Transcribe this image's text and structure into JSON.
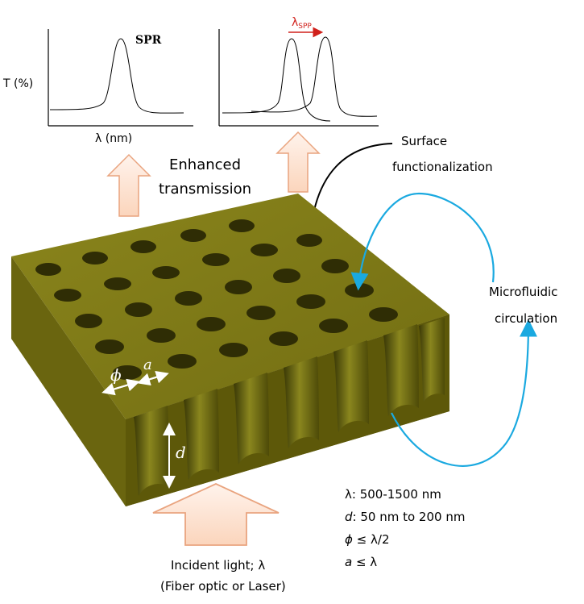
{
  "plots": {
    "left": {
      "peak_label": "SPR",
      "y_label": "T (%)",
      "x_label": "λ (nm)"
    },
    "right": {
      "shift_label_main": "λ",
      "shift_label_sub": "SPP"
    }
  },
  "labels": {
    "enhanced_line1": "Enhanced",
    "enhanced_line2": "transmission",
    "surface_line1": "Surface",
    "surface_line2": "functionalization",
    "micro_line1": "Microfluidic",
    "micro_line2": "circulation",
    "phi": "ϕ",
    "a": "a",
    "d": "d"
  },
  "incident": {
    "line1": "Incident light; λ",
    "line2": "(Fiber optic or Laser)"
  },
  "params": {
    "lambda_prefix": "λ",
    "lambda_rest": ": 500-1500 nm",
    "d_prefix": "d",
    "d_rest": ": 50 nm to 200 nm",
    "phi_prefix": "ϕ",
    "phi_rest": " ≤ λ/2",
    "a_prefix": "a",
    "a_rest": " ≤ λ"
  },
  "colors": {
    "plate_top": "#7f7a16",
    "plate_front": "#625d0c",
    "plate_side": "#4f4a08",
    "hole_dark": "#2b2a04",
    "cyan": "#1aa9e0",
    "shift_red": "#d0201b",
    "arrow_fill": "#fde0cc",
    "arrow_stroke": "#e9a47f"
  }
}
